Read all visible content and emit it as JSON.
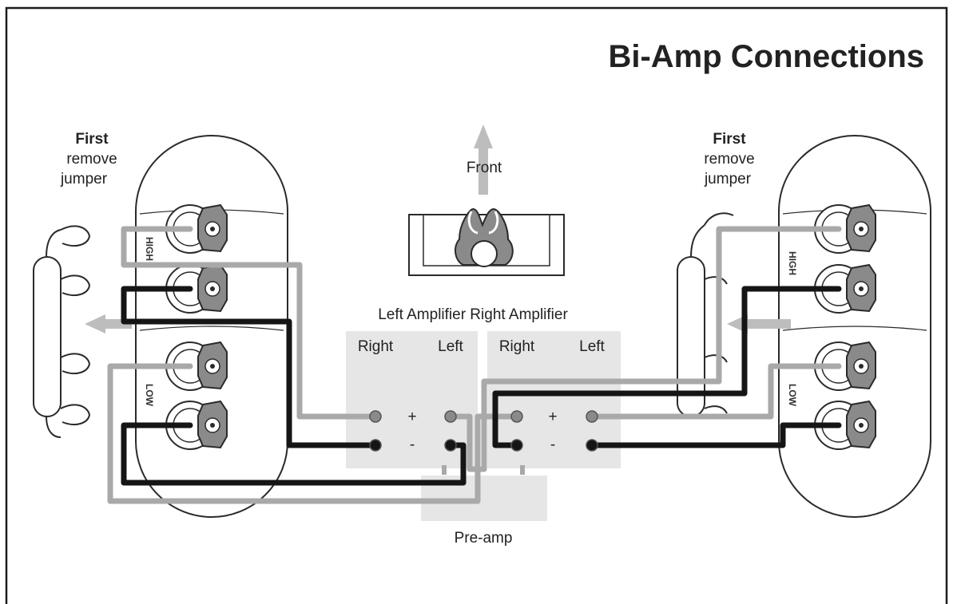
{
  "title": "Bi-Amp Connections",
  "instruction_left": {
    "line1": "First",
    "line2": "remove",
    "line3": "jumper"
  },
  "instruction_right": {
    "line1": "First",
    "line2": "remove",
    "line3": "jumper"
  },
  "front_label": "Front",
  "amplifier_header": "Left Amplifier Right Amplifier",
  "left_amplifier": {
    "right_label": "Right",
    "left_label": "Left",
    "plus": "+",
    "minus": "-"
  },
  "right_amplifier": {
    "right_label": "Right",
    "left_label": "Left",
    "plus": "+",
    "minus": "-"
  },
  "preamp_label": "Pre-amp",
  "speaker_left": {
    "high_label": "HIGH",
    "low_label": "LOW"
  },
  "speaker_right": {
    "high_label": "HIGH",
    "low_label": "LOW"
  },
  "colors": {
    "wire_positive": "#a9a9a9",
    "wire_negative": "#151515",
    "amp_panel": "#e6e6e6"
  }
}
